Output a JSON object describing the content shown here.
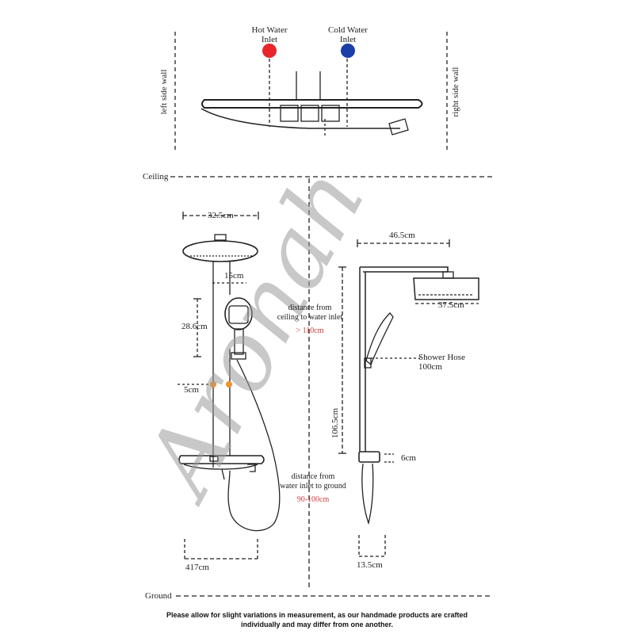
{
  "inlets": {
    "hot_label_line1": "Hot Water",
    "hot_label_line2": "Inlet",
    "cold_label_line1": "Cold Water",
    "cold_label_line2": "Inlet",
    "hot_color": "#e8262c",
    "cold_color": "#1a3fa8"
  },
  "walls": {
    "left": "left side wall",
    "right": "right side wall"
  },
  "levels": {
    "ceiling": "Ceiling",
    "ground": "Ground"
  },
  "front_view": {
    "head_width": "32.5cm",
    "arm_offset": "15cm",
    "handheld_height": "28.6cm",
    "inlet_spacing": "5cm",
    "bottom_width": "417cm"
  },
  "center_notes": {
    "ceiling_line1": "distance from",
    "ceiling_line2": "ceiling to water inlet",
    "ceiling_value": "> 110cm",
    "ground_line1": "distance from",
    "ground_line2": "water inlet to ground",
    "ground_value": "90-100cm",
    "value_color": "#d93b3b"
  },
  "side_view": {
    "arm_length": "46.5cm",
    "head_width": "37.5cm",
    "hose_label_line1": "Shower Hose",
    "hose_label_line2": "100cm",
    "riser_height": "106.5cm",
    "valve_height": "6cm",
    "depth": "13.5cm"
  },
  "watermark": "Aronah",
  "footer": {
    "line1": "Please allow for slight variations in measurement, as our handmade products are crafted",
    "line2": "individually and may differ from one another."
  }
}
